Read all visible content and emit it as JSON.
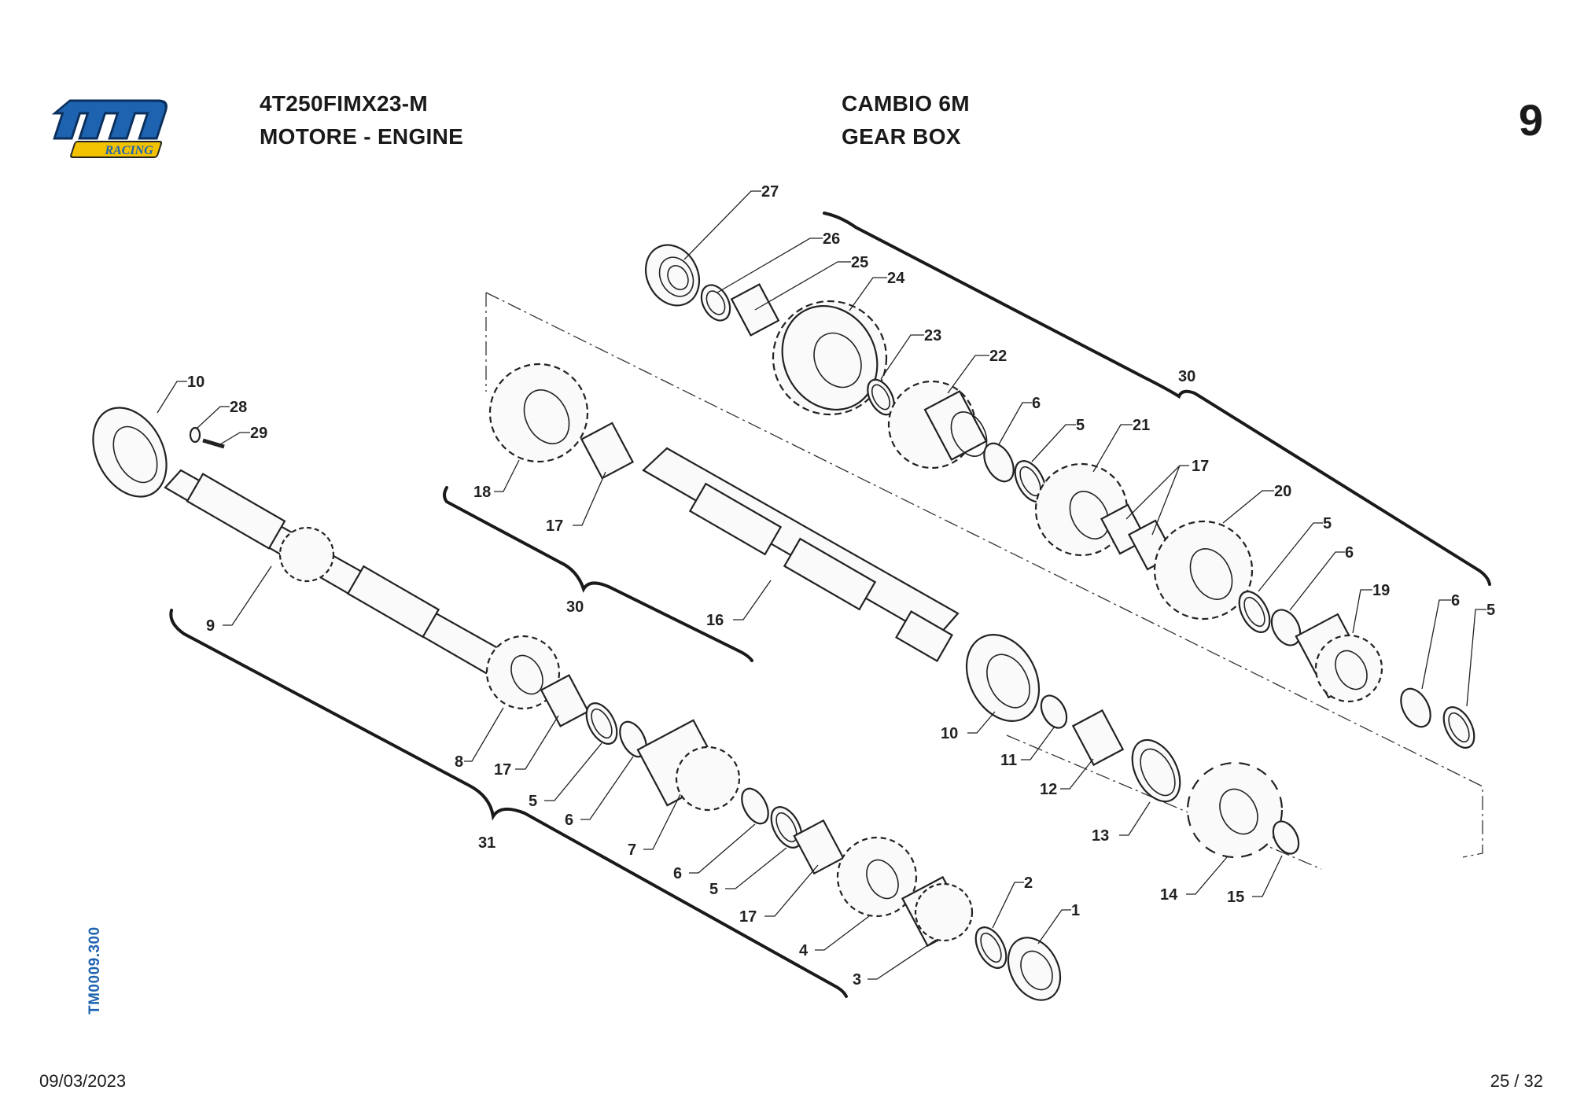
{
  "header": {
    "brand_logo_text": "tm",
    "brand_sub_text": "RACING",
    "model_code": "4T250FIMX23-M",
    "section_left": "MOTORE - ENGINE",
    "group_title_it": "CAMBIO 6M",
    "group_title_en": "GEAR BOX",
    "page_number": "9"
  },
  "side_code": "TM0009.300",
  "footer": {
    "date": "09/03/2023",
    "page_count": "25 / 32"
  },
  "colors": {
    "brand_blue": "#1e63b0",
    "brand_yellow": "#f2c200",
    "ink": "#1a1a1a"
  },
  "callouts": [
    {
      "id": "c27",
      "label": "27"
    },
    {
      "id": "c26",
      "label": "26"
    },
    {
      "id": "c25",
      "label": "25"
    },
    {
      "id": "c24",
      "label": "24"
    },
    {
      "id": "c23",
      "label": "23"
    },
    {
      "id": "c22",
      "label": "22"
    },
    {
      "id": "c30a",
      "label": "30"
    },
    {
      "id": "c6a",
      "label": "6"
    },
    {
      "id": "c5a",
      "label": "5"
    },
    {
      "id": "c21",
      "label": "21"
    },
    {
      "id": "c17a",
      "label": "17"
    },
    {
      "id": "c20",
      "label": "20"
    },
    {
      "id": "c5b",
      "label": "5"
    },
    {
      "id": "c6b",
      "label": "6"
    },
    {
      "id": "c19",
      "label": "19"
    },
    {
      "id": "c6c",
      "label": "6"
    },
    {
      "id": "c5c",
      "label": "5"
    },
    {
      "id": "c10a",
      "label": "10"
    },
    {
      "id": "c28",
      "label": "28"
    },
    {
      "id": "c29",
      "label": "29"
    },
    {
      "id": "c18",
      "label": "18"
    },
    {
      "id": "c17b",
      "label": "17"
    },
    {
      "id": "c30b",
      "label": "30"
    },
    {
      "id": "c16",
      "label": "16"
    },
    {
      "id": "c9",
      "label": "9"
    },
    {
      "id": "c8",
      "label": "8"
    },
    {
      "id": "c17c",
      "label": "17"
    },
    {
      "id": "c5d",
      "label": "5"
    },
    {
      "id": "c6d",
      "label": "6"
    },
    {
      "id": "c7",
      "label": "7"
    },
    {
      "id": "c31",
      "label": "31"
    },
    {
      "id": "c6e",
      "label": "6"
    },
    {
      "id": "c5e",
      "label": "5"
    },
    {
      "id": "c17d",
      "label": "17"
    },
    {
      "id": "c4",
      "label": "4"
    },
    {
      "id": "c3",
      "label": "3"
    },
    {
      "id": "c2",
      "label": "2"
    },
    {
      "id": "c1",
      "label": "1"
    },
    {
      "id": "c10b",
      "label": "10"
    },
    {
      "id": "c11",
      "label": "11"
    },
    {
      "id": "c12",
      "label": "12"
    },
    {
      "id": "c13",
      "label": "13"
    },
    {
      "id": "c14",
      "label": "14"
    },
    {
      "id": "c15",
      "label": "15"
    }
  ]
}
